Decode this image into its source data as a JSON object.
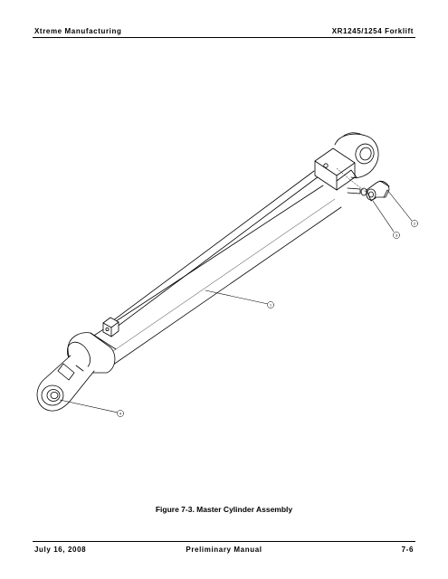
{
  "header": {
    "left": "Xtreme Manufacturing",
    "right": "XR1245/1254 Forklift"
  },
  "figure": {
    "caption": "Figure 7-3.  Master Cylinder Assembly",
    "callouts": [
      "1",
      "2",
      "3",
      "4"
    ]
  },
  "footer": {
    "left": "July 16, 2008",
    "center": "Preliminary Manual",
    "right": "7-6"
  }
}
